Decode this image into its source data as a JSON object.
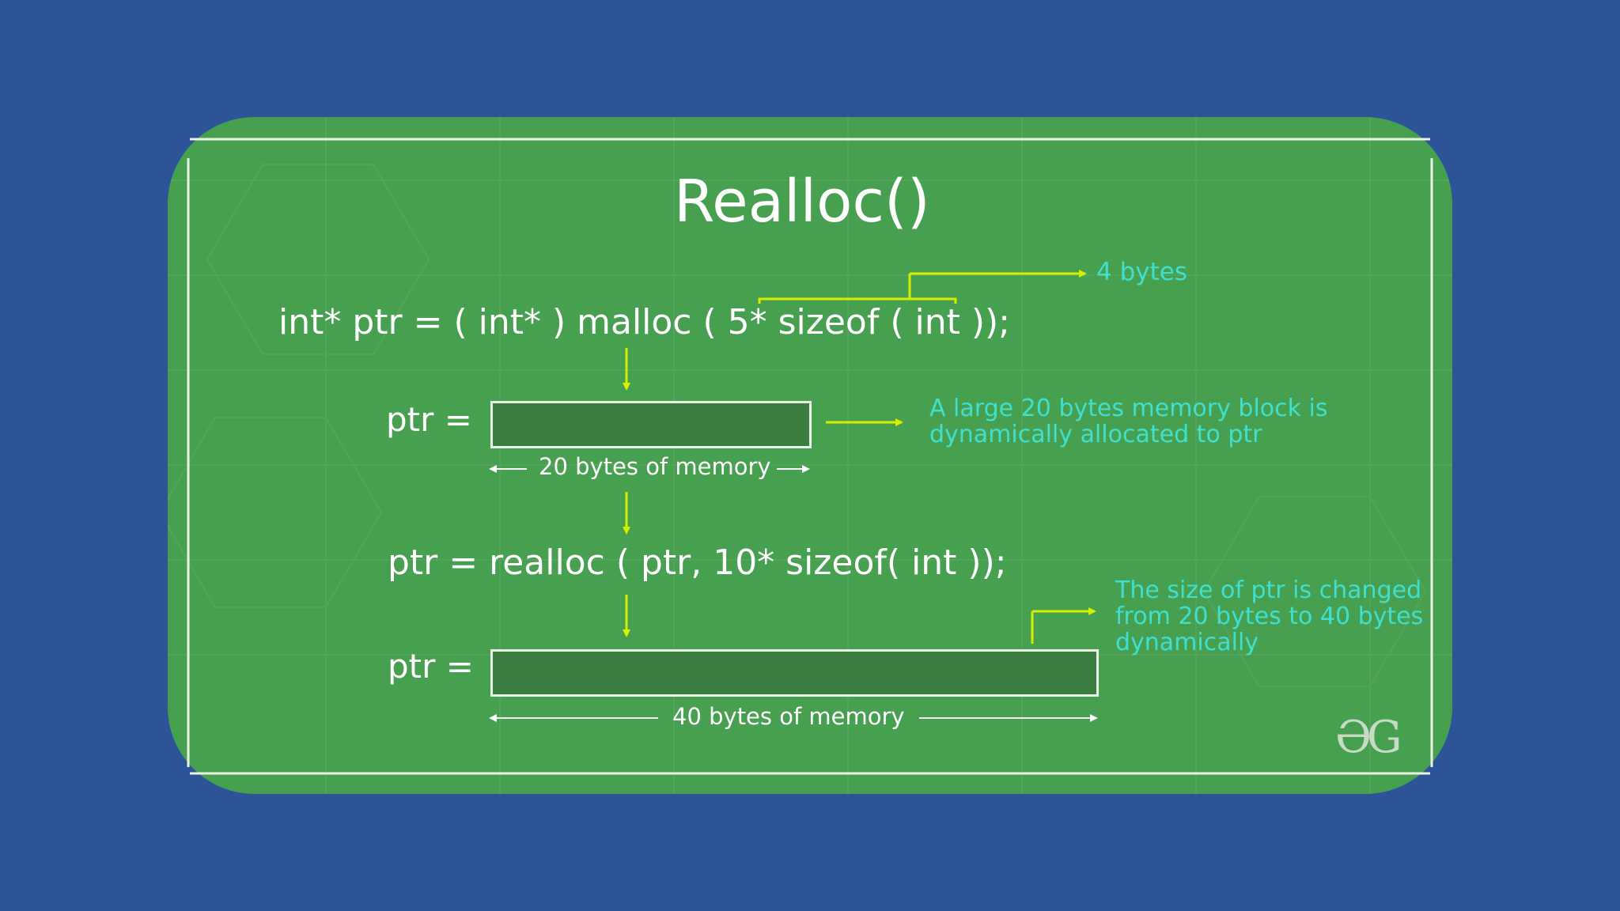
{
  "title": "Realloc()",
  "code": {
    "malloc_line": "int* ptr = ( int* ) malloc ( 5* sizeof ( int ));",
    "ptr_label_1": "ptr =",
    "realloc_line": "ptr = realloc ( ptr, 10* sizeof( int ));",
    "ptr_label_2": "ptr ="
  },
  "memory": {
    "block1_label": "20 bytes of memory",
    "block2_label": "40 bytes of memory"
  },
  "annotations": {
    "int_size": "4 bytes",
    "malloc_note_line1": "A large 20 bytes memory block is",
    "malloc_note_line2": "dynamically allocated to ptr",
    "realloc_note_line1": "The size of ptr is changed",
    "realloc_note_line2": "from 20 bytes to 40 bytes",
    "realloc_note_line3": "dynamically"
  },
  "logo": "ƏG",
  "colors": {
    "page_background": "#2d5399",
    "card_background": "#47a04f",
    "arrow_color": "#d4f000",
    "note_color": "#3fe0d0",
    "text_color": "#ffffff"
  }
}
